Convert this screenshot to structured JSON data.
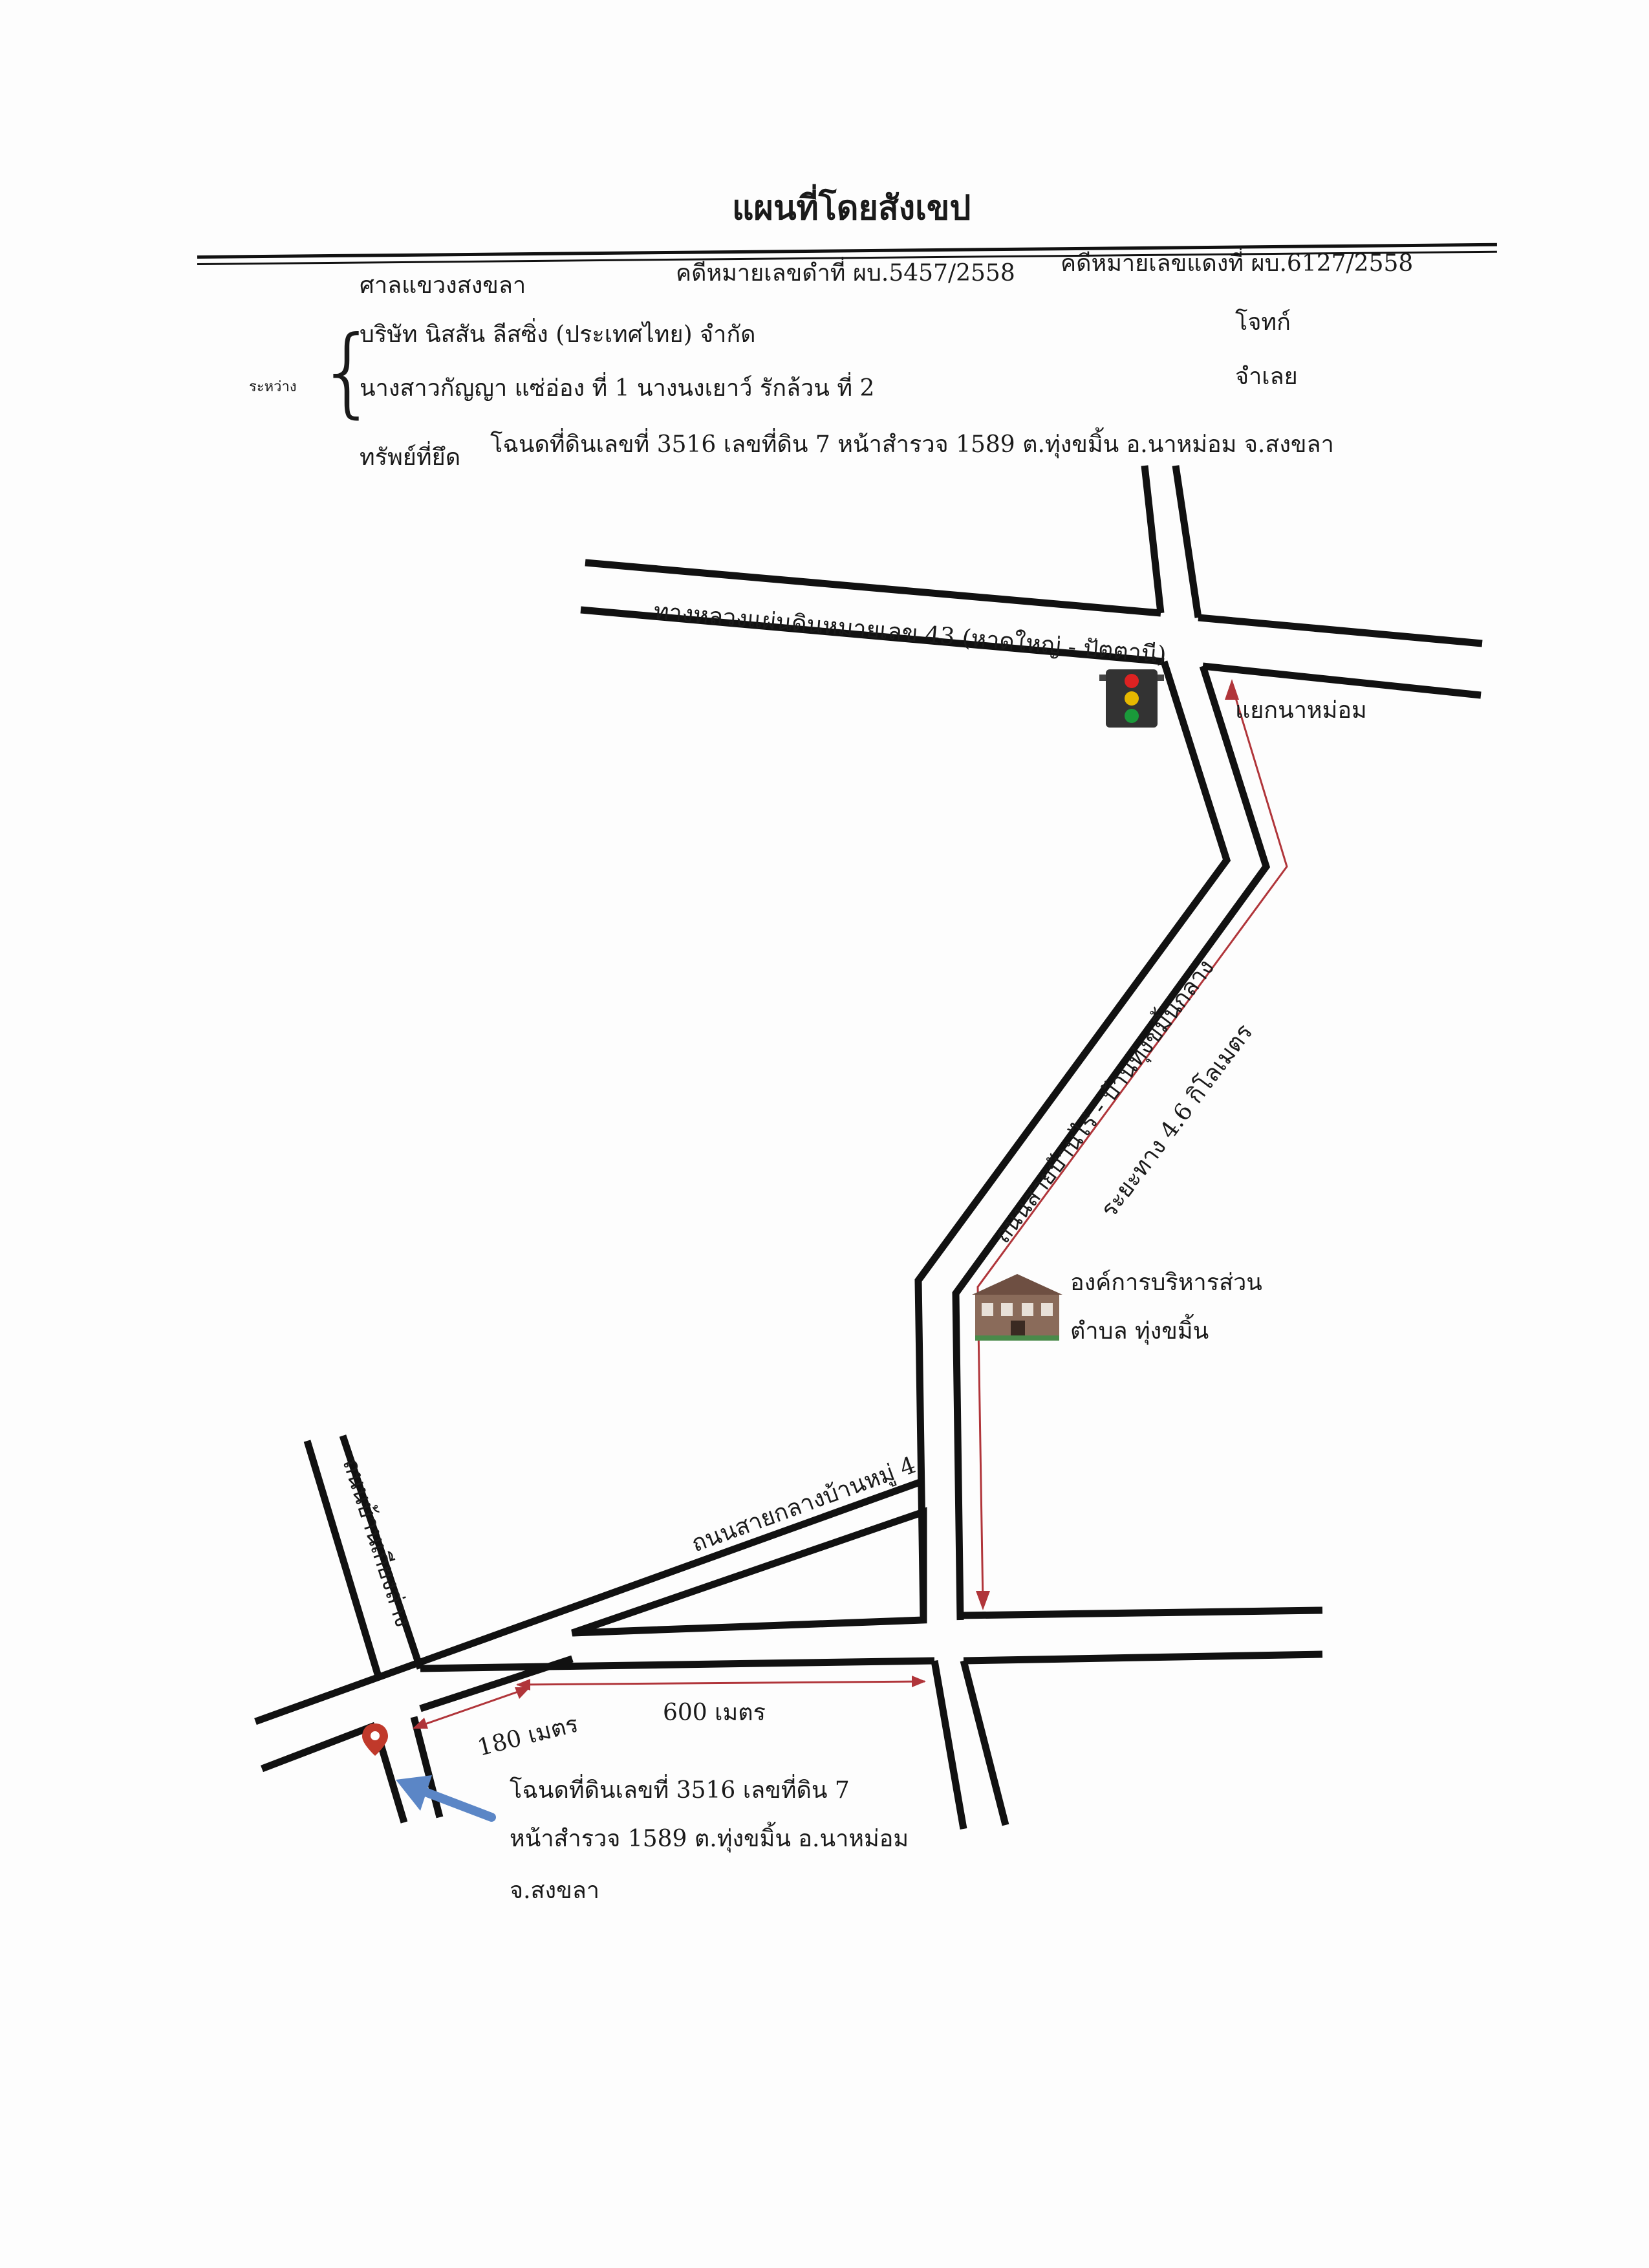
{
  "document": {
    "title": "แผนที่โดยสังเขป",
    "court": "ศาลแขวงสงขลา",
    "black_case": "คดีหมายเลขดำที่ ผบ.5457/2558",
    "red_case": "คดีหมายเลขแดงที่ ผบ.6127/2558",
    "between_label": "ระหว่าง",
    "plaintiff_name": "บริษัท นิสสัน ลีสซิ่ง (ประเทศไทย) จำกัด",
    "plaintiff_role": "โจทก์",
    "defendant_name": "นางสาวกัญญา  แซ่อ่อง ที่ 1 นางนงเยาว์  รักล้วน ที่ 2",
    "defendant_role": "จำเลย",
    "property_label": "ทรัพย์ที่ยึด",
    "property_desc": "โฉนดที่ดินเลขที่ 3516 เลขที่ดิน 7 หน้าสำรวจ 1589 ต.ทุ่งขมิ้น อ.นาหม่อม จ.สงขลา"
  },
  "map": {
    "highway_label": "ทางหลวงแผ่นดินหมายเลข 43 (หาดใหญ่ - ปัตตานี)",
    "junction_label": "แยกนาหม่อม",
    "main_road_label": "ถนนสายบ้านไร่ - บ้านทุ่งขมิ้นกลาง",
    "distance_label": "ระยะทาง 4.6 กิโลเมตร",
    "tao_line1": "องค์การบริหารส่วน",
    "tao_line2": "ตำบล ทุ่งขมิ้น",
    "village_road_label": "ถนนสายกลางบ้านหมู่ 4",
    "left_road_label": "ถนนบ้านเกียงล่าง",
    "dist_600": "600 เมตร",
    "dist_180": "180 เมตร",
    "land_line1": "โฉนดที่ดินเลขที่ 3516 เลขที่ดิน 7",
    "land_line2": "หน้าสำรวจ 1589 ต.ทุ่งขมิ้น อ.นาหม่อม",
    "land_line3": "จ.สงขลา",
    "icons": {
      "traffic_light": "traffic-light-icon",
      "building": "building-icon",
      "location_pin": "location-pin-icon",
      "pointer_arrow": "pointer-arrow-icon"
    },
    "colors": {
      "road": "#111111",
      "route": "#b0353a",
      "pointer": "#5b86c6",
      "pin": "#c0392b"
    }
  }
}
